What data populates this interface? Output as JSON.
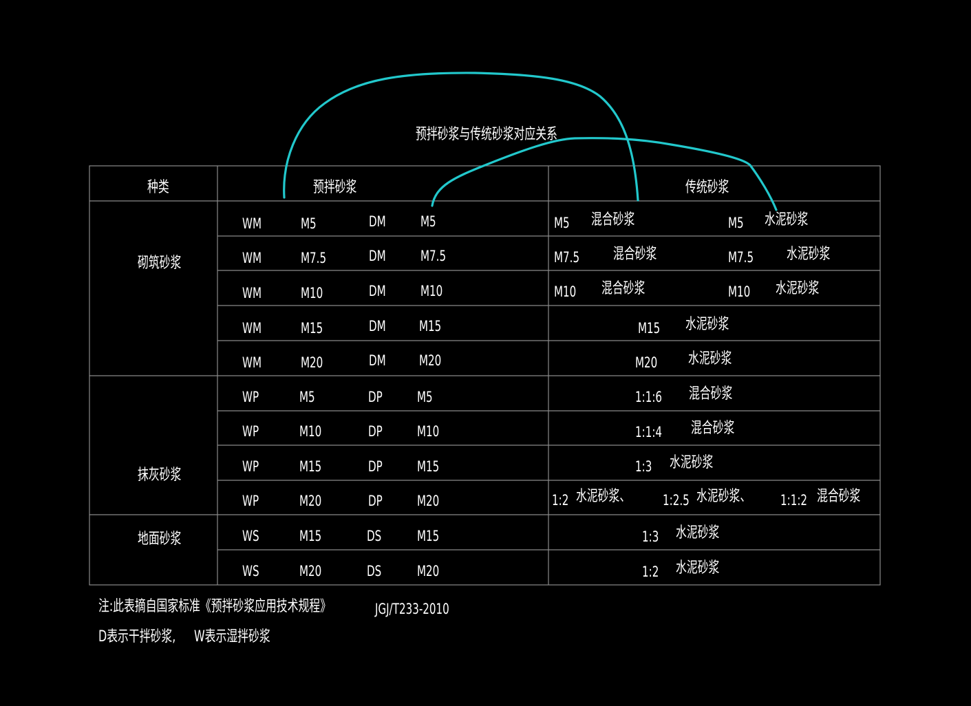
{
  "title": "预拌砂浆与传统砂浆对应关系",
  "headers": {
    "category": "种类",
    "premixed": "预拌砂浆",
    "traditional": "传统砂浆"
  },
  "categories": [
    "砌筑砂浆",
    "抹灰砂浆",
    "地面砂浆"
  ],
  "rows": [
    {
      "wet_code": "WM",
      "wet_grade": "M5",
      "dry_code": "DM",
      "dry_grade": "M5",
      "traditional": [
        "M5",
        "混合砂浆",
        "M5",
        "水泥砂浆"
      ]
    },
    {
      "wet_code": "WM",
      "wet_grade": "M7.5",
      "dry_code": "DM",
      "dry_grade": "M7.5",
      "traditional": [
        "M7.5",
        "混合砂浆",
        "M7.5",
        "水泥砂浆"
      ]
    },
    {
      "wet_code": "WM",
      "wet_grade": "M10",
      "dry_code": "DM",
      "dry_grade": "M10",
      "traditional": [
        "M10",
        "混合砂浆",
        "M10",
        "水泥砂浆"
      ]
    },
    {
      "wet_code": "WM",
      "wet_grade": "M15",
      "dry_code": "DM",
      "dry_grade": "M15",
      "traditional": [
        "M15",
        "水泥砂浆"
      ]
    },
    {
      "wet_code": "WM",
      "wet_grade": "M20",
      "dry_code": "DM",
      "dry_grade": "M20",
      "traditional": [
        "M20",
        "水泥砂浆"
      ]
    },
    {
      "wet_code": "WP",
      "wet_grade": "M5",
      "dry_code": "DP",
      "dry_grade": "M5",
      "traditional": [
        "1:1:6",
        "混合砂浆"
      ]
    },
    {
      "wet_code": "WP",
      "wet_grade": "M10",
      "dry_code": "DP",
      "dry_grade": "M10",
      "traditional": [
        "1:1:4",
        "混合砂浆"
      ]
    },
    {
      "wet_code": "WP",
      "wet_grade": "M15",
      "dry_code": "DP",
      "dry_grade": "M15",
      "traditional": [
        "1:3",
        "水泥砂浆"
      ]
    },
    {
      "wet_code": "WP",
      "wet_grade": "M20",
      "dry_code": "DP",
      "dry_grade": "M20",
      "traditional": [
        "1:2",
        "水泥砂浆、",
        "1:2.5",
        "水泥砂浆、",
        "1:1:2",
        "混合砂浆"
      ]
    },
    {
      "wet_code": "WS",
      "wet_grade": "M15",
      "dry_code": "DS",
      "dry_grade": "M15",
      "traditional": [
        "1:3",
        "水泥砂浆"
      ]
    },
    {
      "wet_code": "WS",
      "wet_grade": "M20",
      "dry_code": "DS",
      "dry_grade": "M20",
      "traditional": [
        "1:2",
        "水泥砂浆"
      ]
    }
  ],
  "notes": {
    "line1": "注:此表摘自国家标准《预拌砂浆应用技术规程》",
    "standard": "JGJ/T233-2010",
    "line2a": "D表示干拌砂浆,",
    "line2b": "W表示湿拌砂浆"
  },
  "colors": {
    "background": "#000000",
    "grid": "#8a8a8a",
    "text": "#ffffff",
    "annotation": "#22c8cc"
  }
}
